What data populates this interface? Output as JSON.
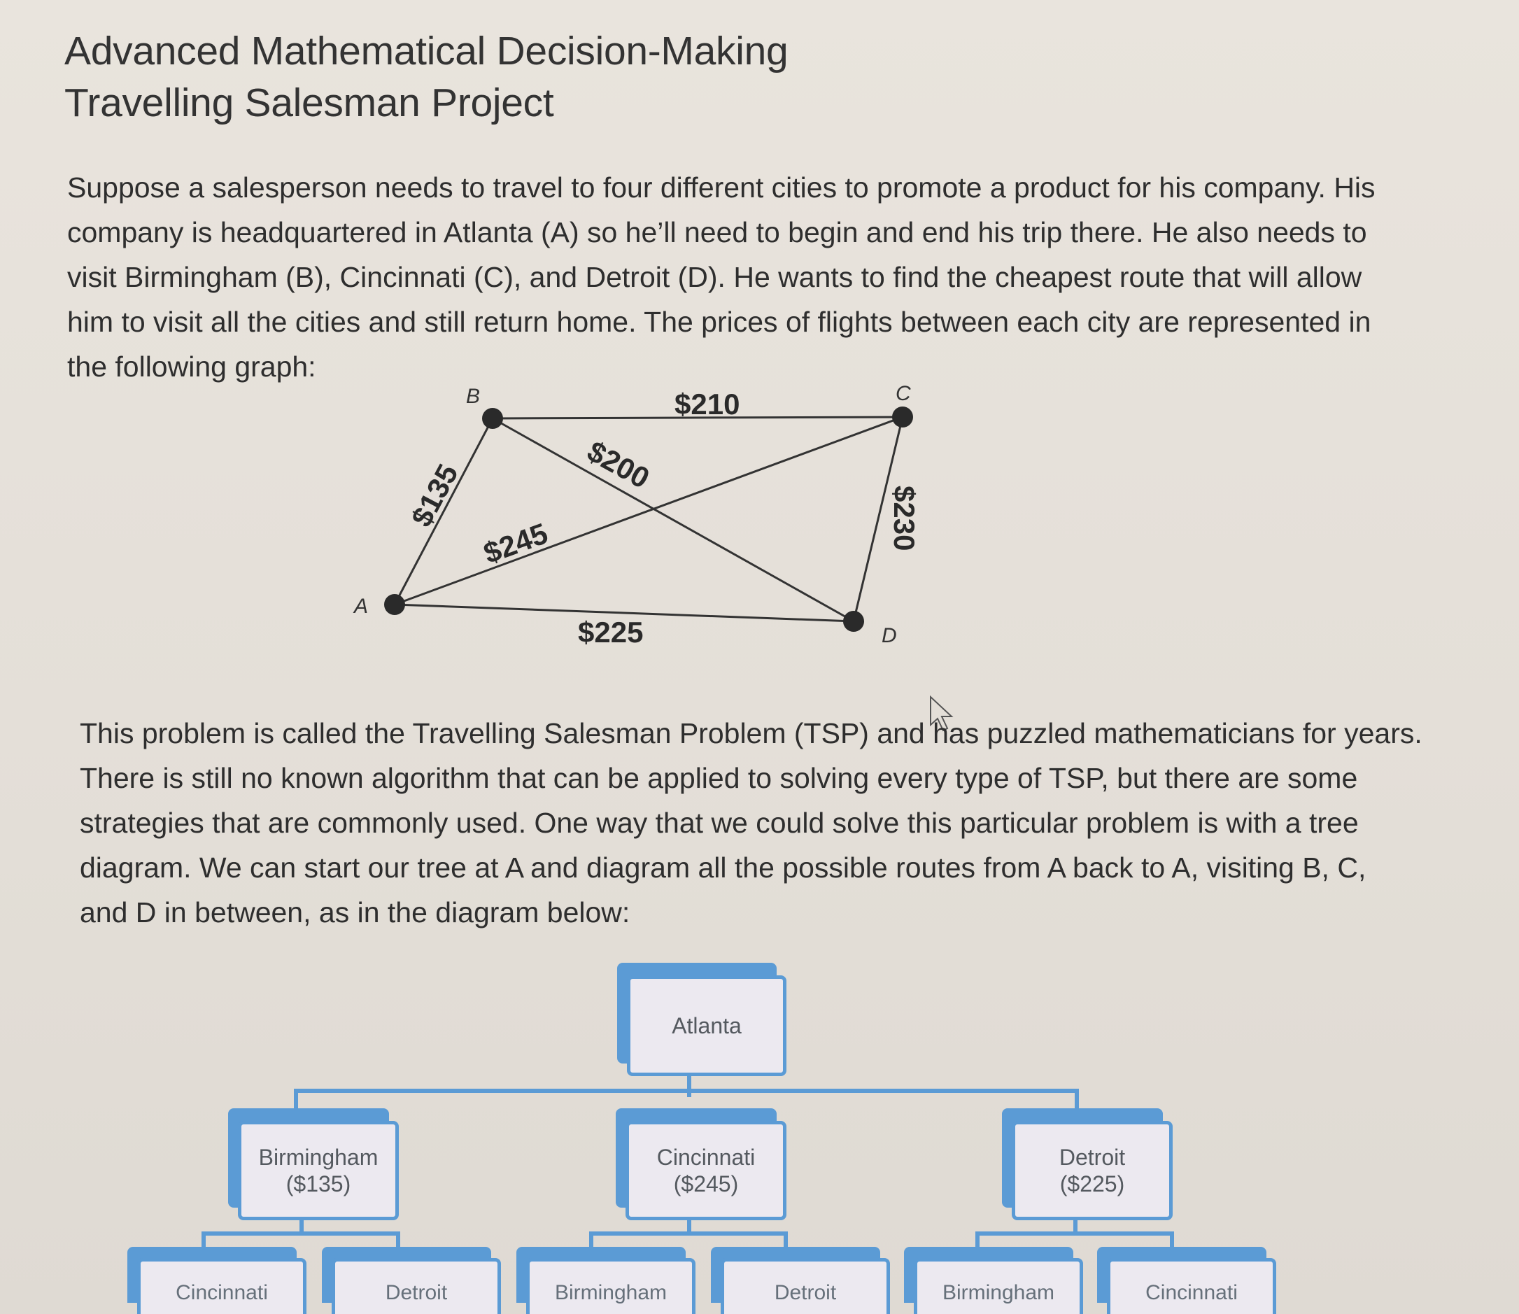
{
  "title": {
    "line1": "Advanced Mathematical Decision-Making",
    "line2": "Travelling Salesman Project"
  },
  "intro": {
    "lines": [
      "Suppose a salesperson needs to travel to four different cities to promote a product for his company.  His",
      "company is headquartered in Atlanta (A) so he’ll need to begin and end his trip there.  He also needs to",
      "visit Birmingham (B), Cincinnati (C), and Detroit (D).  He wants to find the cheapest route that will allow",
      "him to visit all the cities and still return home.  The prices of flights between each city are represented in",
      "the following graph:"
    ]
  },
  "graph": {
    "nodes": {
      "A": "A",
      "B": "B",
      "C": "C",
      "D": "D"
    },
    "edges": {
      "AB": "$135",
      "BC": "$210",
      "BD": "$200",
      "AC": "$245",
      "CD": "$230",
      "AD": "$225"
    }
  },
  "explanation": {
    "lines": [
      "This problem is called the Travelling Salesman Problem (TSP) and has puzzled mathematicians for years.",
      "There is still no known algorithm that can be applied to solving every type of TSP, but there are some",
      "strategies that are commonly used.  One way that we could solve this particular problem is with a tree",
      "diagram.  We can start our tree at A and diagram all the possible routes from A back to A, visiting B, C,",
      "and D in between, as in the diagram below:"
    ]
  },
  "tree": {
    "root": "Atlanta",
    "level1": [
      {
        "city": "Birmingham",
        "cost": "($135)"
      },
      {
        "city": "Cincinnati",
        "cost": "($245)"
      },
      {
        "city": "Detroit",
        "cost": "($225)"
      }
    ],
    "level2": [
      "Cincinnati",
      "Detroit",
      "Birmingham",
      "Detroit",
      "Birmingham",
      "Cincinnati"
    ]
  },
  "colors": {
    "tree_border": "#5b9bd5",
    "box_fill": "#ece9f0",
    "graph_line": "#333333"
  }
}
